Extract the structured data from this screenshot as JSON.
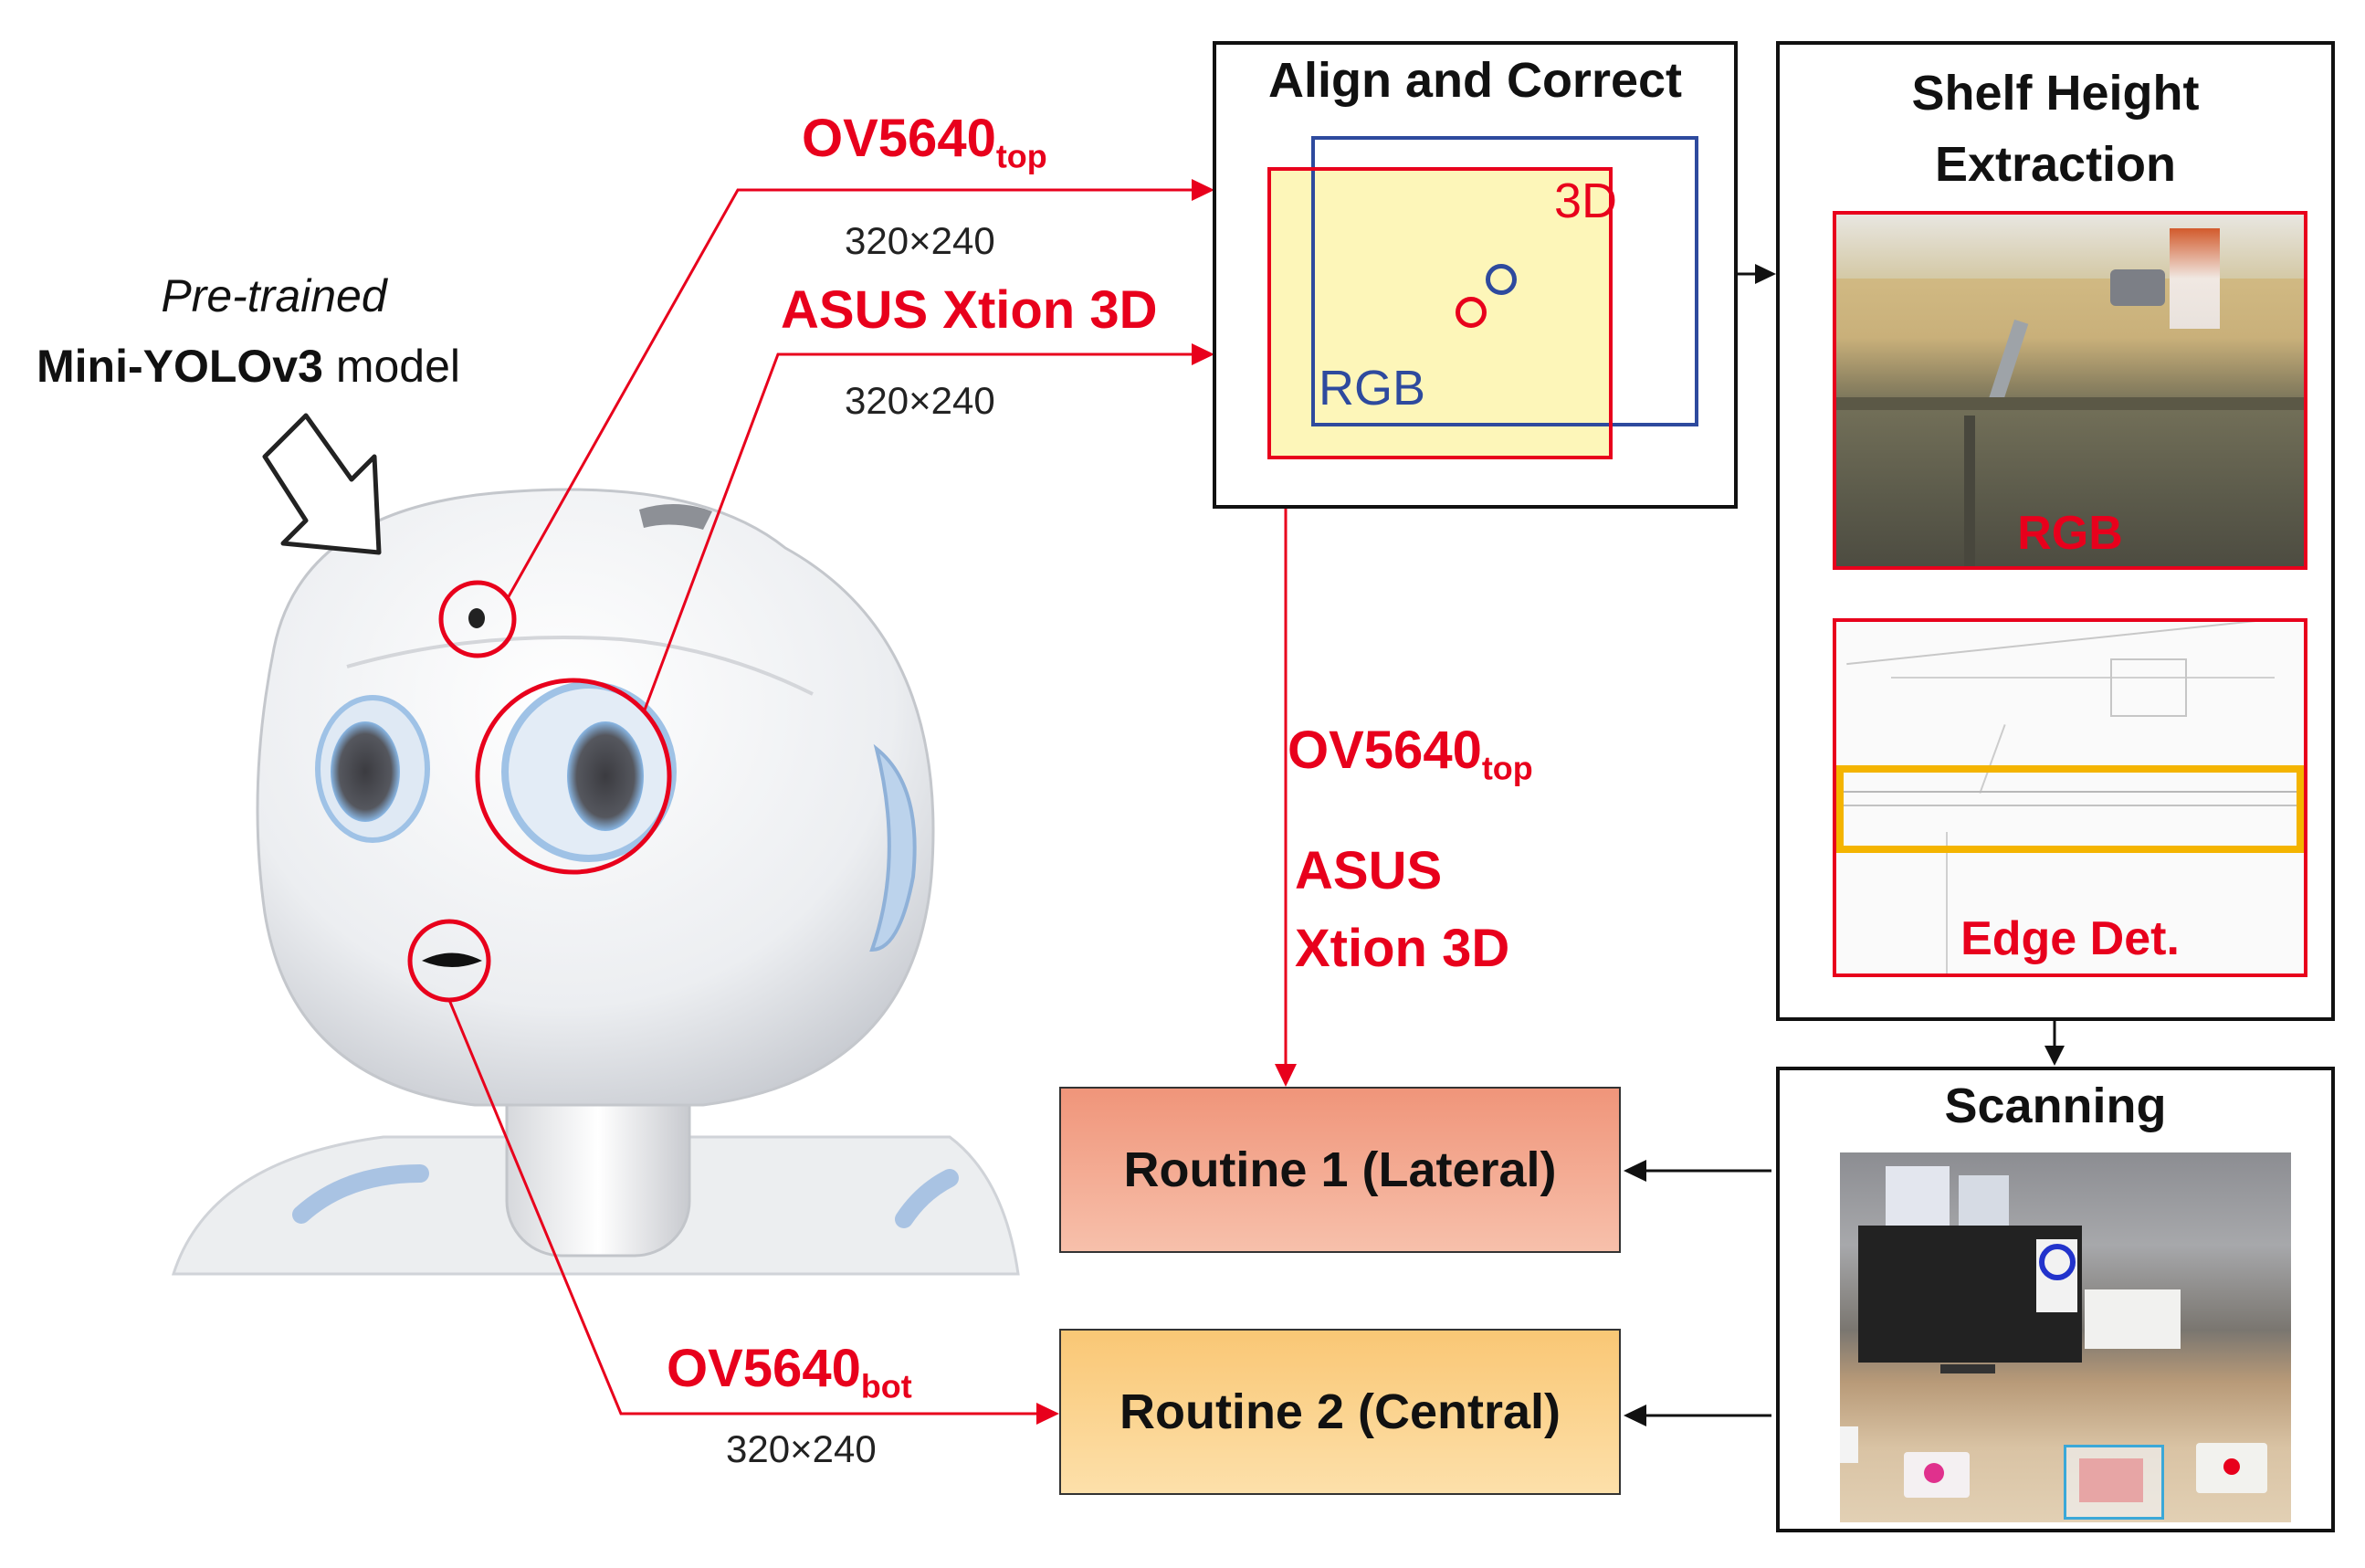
{
  "model": {
    "line1": "Pre-trained",
    "bold": "Mini-YOLOv3",
    "rest": " model"
  },
  "cam_top": {
    "base": "OV5640",
    "sub": "top"
  },
  "cam_bot": {
    "base": "OV5640",
    "sub": "bot"
  },
  "cam_asus": "ASUS Xtion 3D",
  "cam_asus_line1": "ASUS",
  "cam_asus_line2": "Xtion 3D",
  "resolution": "320×240",
  "align": {
    "title": "Align and Correct",
    "rgb": "RGB",
    "depth": "3D"
  },
  "shelf": {
    "title_line1": "Shelf Height",
    "title_line2": "Extraction",
    "rgb_label": "RGB",
    "edge_label": "Edge Det."
  },
  "scanning": {
    "title": "Scanning"
  },
  "routine1": "Routine 1 (Lateral)",
  "routine2": "Routine 2 (Central)",
  "colors": {
    "accent_red": "#e8001c",
    "rgb_blue": "#2e4a9e",
    "routine1": "#f3a58a",
    "routine2": "#fbd287",
    "highlight": "#f4b400"
  }
}
